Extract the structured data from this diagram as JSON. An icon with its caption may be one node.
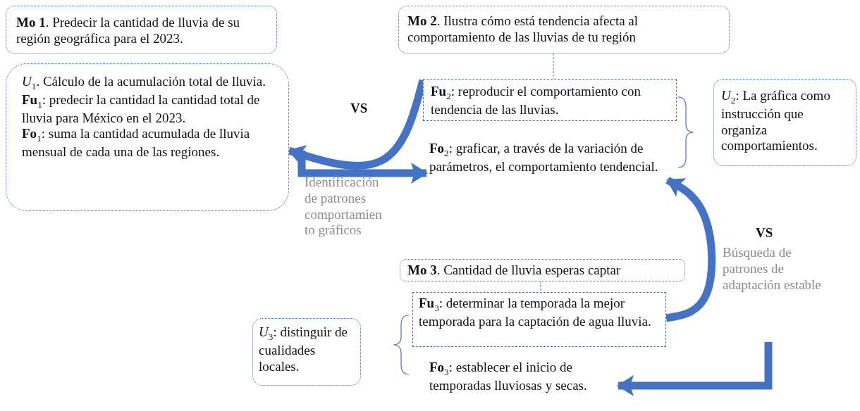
{
  "diagram": {
    "nodes": [
      {
        "text": [
          "**Mo 1**. Predecir la cantidad de lluvia de su región geográfica para el 2023."
        ]
      },
      {
        "text": [
          "*U*$_{1}$. Cálculo de la acumulación total de lluvia.",
          "**Fu**$_{1}$: predecir la cantidad la cantidad total de lluvia para México en el 2023.",
          "**Fo**$_{1}$: suma la cantidad acumulada de lluvia mensual de cada una de las regiones."
        ]
      },
      {
        "text": [
          "**Mo 2**. Ilustra cómo está tendencia afecta al comportamiento de las lluvias de tu región"
        ]
      },
      {
        "text": [
          "**Fu**$_{2}$: reproducir el comportamiento con tendencia de las lluvias."
        ]
      },
      {
        "text": [
          "**Fo**$_{2}$: graficar, a través de la variación de parámetros, el comportamiento tendencial."
        ]
      },
      {
        "text": [
          "*U*$_{2}$: La gráfica como instrucción que organiza comportamientos."
        ]
      },
      {
        "text": [
          "**Mo 3**. Cantidad de lluvia esperas captar"
        ]
      },
      {
        "text": [
          "**Fu**$_{3}$: determinar la temporada la mejor temporada para la captación de agua lluvia."
        ]
      },
      {
        "text": [
          "**Fo**$_{3}$: establecer el inicio de temporadas lluviosas y secas."
        ]
      },
      {
        "text": [
          "*U*$_{3}$: distinguir de cualidades locales."
        ]
      }
    ],
    "edges": [
      {
        "from": 3,
        "to": 1,
        "arrow": "to"
      },
      {
        "from": null,
        "to": 4,
        "arrow": "to"
      },
      {
        "from": 7,
        "to": 4,
        "arrow": "to"
      },
      {
        "from": null,
        "to": 8,
        "arrow": "to"
      },
      {
        "from": 2,
        "to": 3,
        "arrow": "none",
        "style": "dashed"
      },
      {
        "from": 6,
        "to": 7,
        "arrow": "none",
        "style": "dashed"
      }
    ],
    "labels": [
      "VS",
      "Identificación de patrones comportamien to gráficos",
      "VS",
      "Búsqueda de patrones de adaptación estable"
    ]
  }
}
